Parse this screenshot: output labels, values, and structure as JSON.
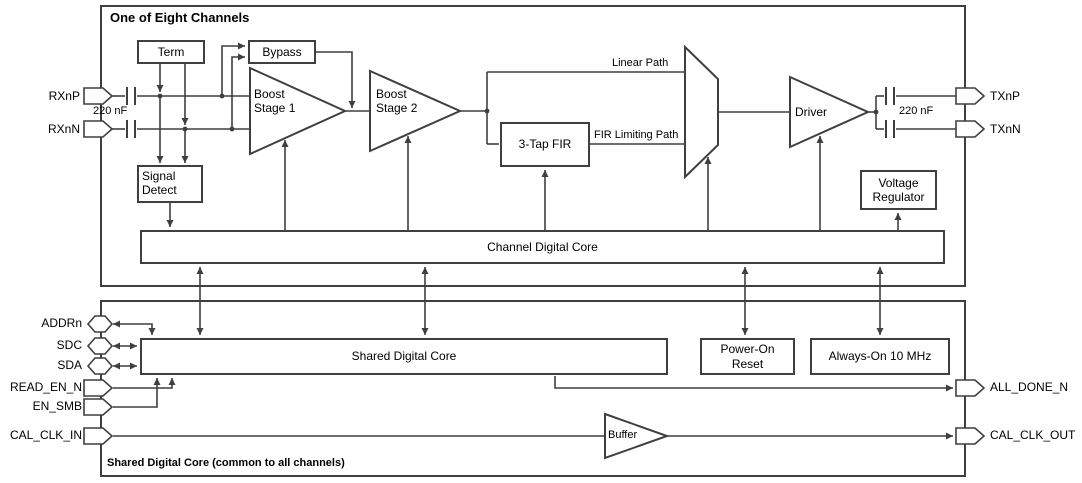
{
  "colors": {
    "line": "#3f3f3f",
    "text": "#000000",
    "background": "#ffffff"
  },
  "channel": {
    "title": "One of Eight Channels",
    "pins": {
      "rxnp": "RXnP",
      "rxnn": "RXnN",
      "txnp": "TXnP",
      "txnn": "TXnN"
    },
    "blocks": {
      "term": "Term",
      "bypass": "Bypass",
      "boost_stage_1": "Boost\nStage 1",
      "boost_stage_2": "Boost\nStage 2",
      "fir": "3-Tap FIR",
      "driver": "Driver",
      "signal_detect": "Signal\nDetect",
      "voltage_regulator": "Voltage\nRegulator",
      "digital_core": "Channel Digital Core"
    },
    "labels": {
      "input_cap": "220 nF",
      "output_cap": "220 nF",
      "linear_path": "Linear Path",
      "fir_limiting_path": "FIR Limiting Path"
    }
  },
  "shared": {
    "footer": "Shared Digital Core (common to all channels)",
    "pins": {
      "addrn": "ADDRn",
      "sdc": "SDC",
      "sda": "SDA",
      "read_en_n": "READ_EN_N",
      "en_smb": "EN_SMB",
      "cal_clk_in": "CAL_CLK_IN",
      "all_done_n": "ALL_DONE_N",
      "cal_clk_out": "CAL_CLK_OUT"
    },
    "blocks": {
      "digital_core": "Shared Digital Core",
      "power_on_reset": "Power-On\nReset",
      "always_on_clock": "Always-On 10 MHz",
      "buffer": "Buffer"
    }
  }
}
